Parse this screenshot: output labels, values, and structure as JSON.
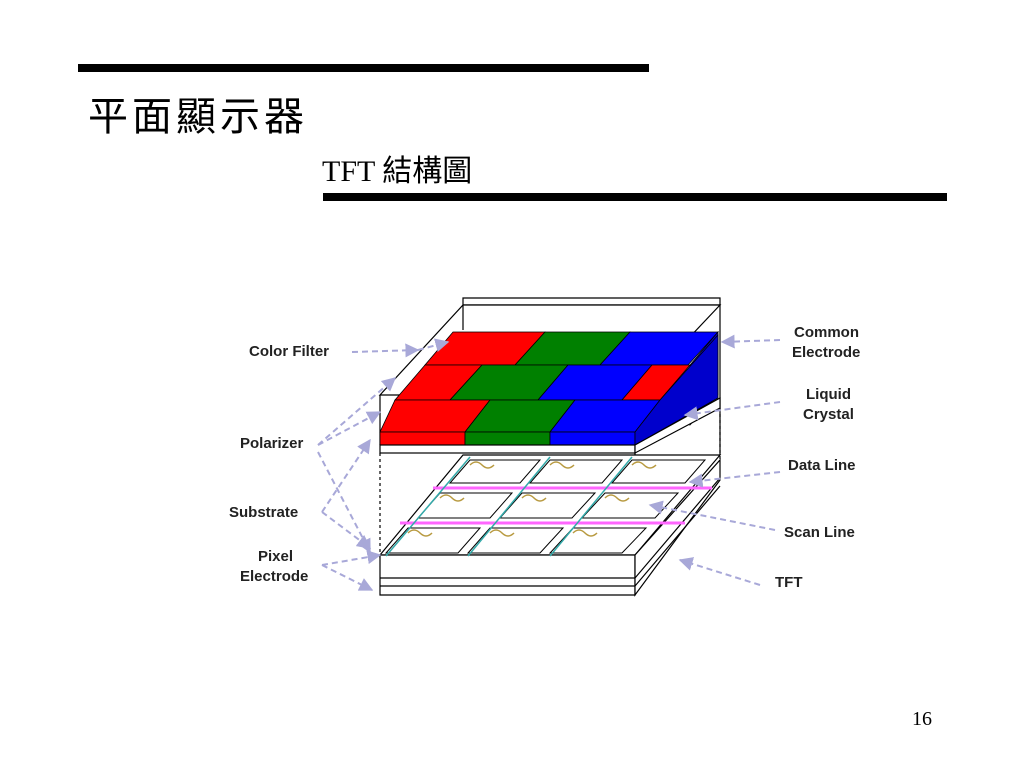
{
  "slide": {
    "title": "平面顯示器",
    "subtitle": "TFT 結構圖",
    "page_number": "16"
  },
  "diagram": {
    "labels": {
      "color_filter": "Color Filter",
      "polarizer": "Polarizer",
      "substrate": "Substrate",
      "pixel_electrode_1": "Pixel",
      "pixel_electrode_2": "Electrode",
      "common_electrode_1": "Common",
      "common_electrode_2": "Electrode",
      "liquid_crystal_1": "Liquid",
      "liquid_crystal_2": "Crystal",
      "data_line": "Data Line",
      "scan_line": "Scan Line",
      "tft": "TFT"
    },
    "colors": {
      "red": "#ff0000",
      "green": "#008000",
      "blue": "#0000ff",
      "pink_line": "#ff66ff",
      "arrow": "#a8a8d8",
      "outline": "#000000"
    }
  }
}
